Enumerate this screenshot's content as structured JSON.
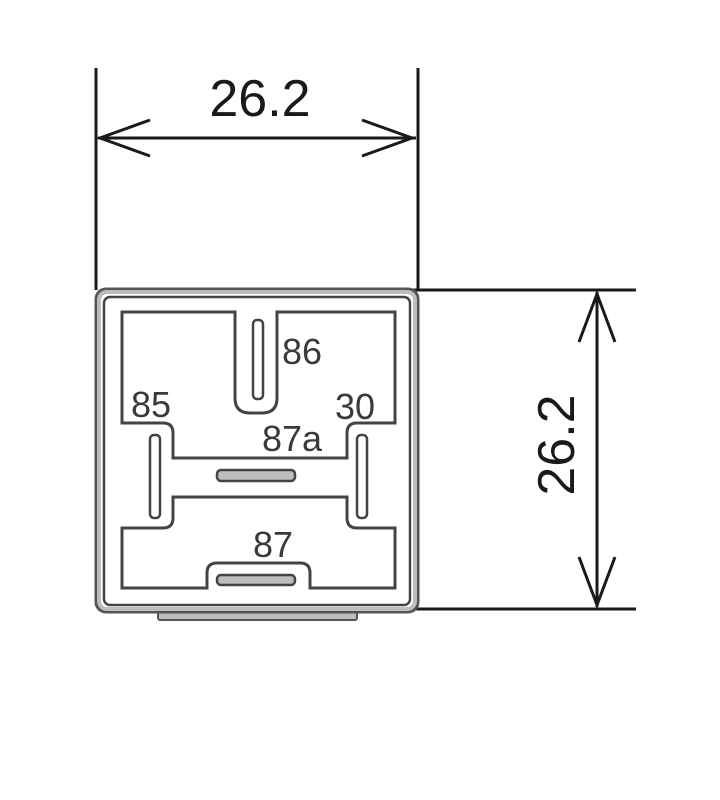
{
  "dimensions": {
    "width_label": "26.2",
    "height_label": "26.2"
  },
  "pins": {
    "p86": "86",
    "p85": "85",
    "p30": "30",
    "p87a": "87a",
    "p87": "87"
  },
  "colors": {
    "line": "#1a1a1a",
    "outline": "#444444",
    "pin_fill": "#bdbdbd",
    "body_fill": "#ffffff"
  }
}
